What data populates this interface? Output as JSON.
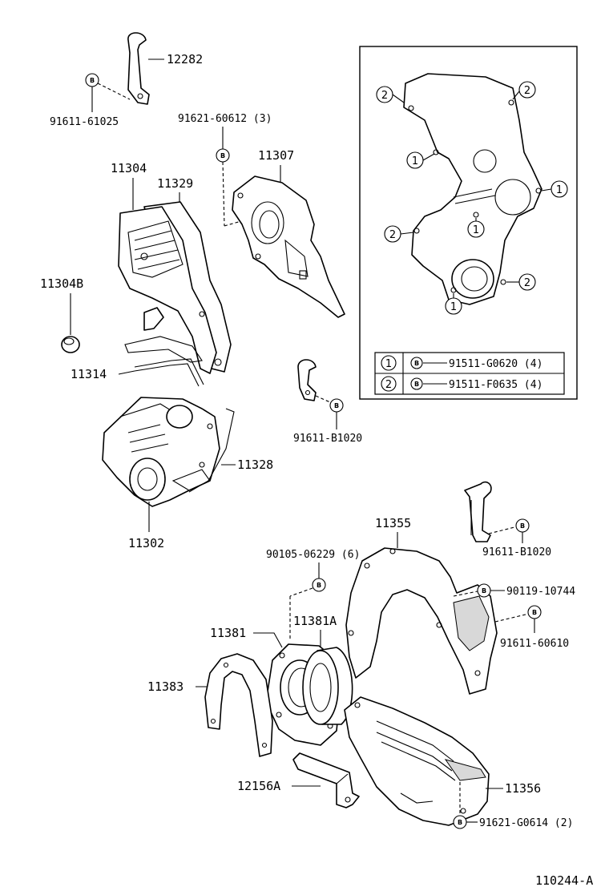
{
  "diagram_id": "110244-A",
  "bolt_symbol": "B",
  "parts": {
    "p12282": "12282",
    "p91611_61025": "91611-61025",
    "p91621_60612": "91621-60612 (3)",
    "p11307": "11307",
    "p11304": "11304",
    "p11329": "11329",
    "p11304B": "11304B",
    "p11314": "11314",
    "p91611_B1020_a": "91611-B1020",
    "p11328": "11328",
    "p11302": "11302",
    "p11355": "11355",
    "p91611_B1020_b": "91611-B1020",
    "p90105_06229": "90105-06229 (6)",
    "p90119_10744": "90119-10744",
    "p11381": "11381",
    "p11381A": "11381A",
    "p91611_60610": "91611-60610",
    "p11383": "11383",
    "p12156A": "12156A",
    "p11356": "11356",
    "p91621_G0614": "91621-G0614 (2)"
  },
  "inset": {
    "callouts": [
      "2",
      "2",
      "1",
      "2",
      "2",
      "1",
      "1",
      "1"
    ],
    "legend": [
      {
        "num": "1",
        "part": "91511-G0620 (4)"
      },
      {
        "num": "2",
        "part": "91511-F0635 (4)"
      }
    ]
  }
}
